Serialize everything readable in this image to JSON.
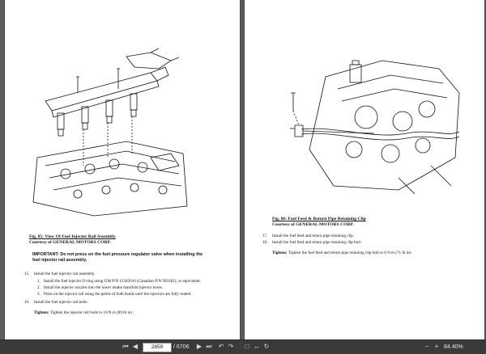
{
  "left_page": {
    "figure_caption": "Fig. 85: View Of Fuel Injector Rail Assembly",
    "figure_credit": "Courtesy of GENERAL MOTORS CORP.",
    "important_label": "IMPORTANT:",
    "important_text_1": "Do not press on the fuel pressure regulator valve when installing the",
    "important_text_2": "fuel injector rail assembly.",
    "steps": [
      {
        "number": "15.",
        "text": "Install the fuel injector rail assembly.",
        "substeps": [
          {
            "number": "1.",
            "text": "Install the fuel injector O-ring using GM P/N 12345616 (Canadian P/N 993182), or equivalent."
          },
          {
            "number": "2.",
            "text": "Install the injector nozzles into the lower intake manifold injector bores."
          },
          {
            "number": "3.",
            "text": "Press on the injector rail using the palms of both hands until the injectors are fully seated."
          }
        ]
      },
      {
        "number": "16.",
        "text": "Install the fuel injector rail bolts.",
        "substeps": []
      }
    ],
    "tighten_label": "Tighten:",
    "tighten_text": "Tighten the injector rail bolts to 10 N.m (89 lb in)."
  },
  "right_page": {
    "figure_caption": "Fig. 86: Fuel Feed & Return Pipe Retaining Clip",
    "figure_credit": "Courtesy of GENERAL MOTORS CORP.",
    "steps": [
      {
        "number": "17.",
        "text": "Install the fuel feed and return pipe retaining clip."
      },
      {
        "number": "18.",
        "text": "Install the fuel feed and return pipe retaining clip bolt"
      }
    ],
    "tighten_label": "Tighten:",
    "tighten_text": "Tighten the fuel feed and return pipe retaining clip bolt to 8 N.m (71 lb in)."
  },
  "toolbar": {
    "current_page": "2859",
    "total_pages": "/ 6706",
    "zoom": "84.40%"
  },
  "icons": [
    "first-page-icon",
    "prev-page-icon",
    "next-page-icon",
    "last-page-icon",
    "back-icon",
    "forward-icon",
    "fit-page-icon",
    "fit-width-icon",
    "rotate-icon",
    "zoom-out-icon",
    "zoom-in-icon"
  ]
}
